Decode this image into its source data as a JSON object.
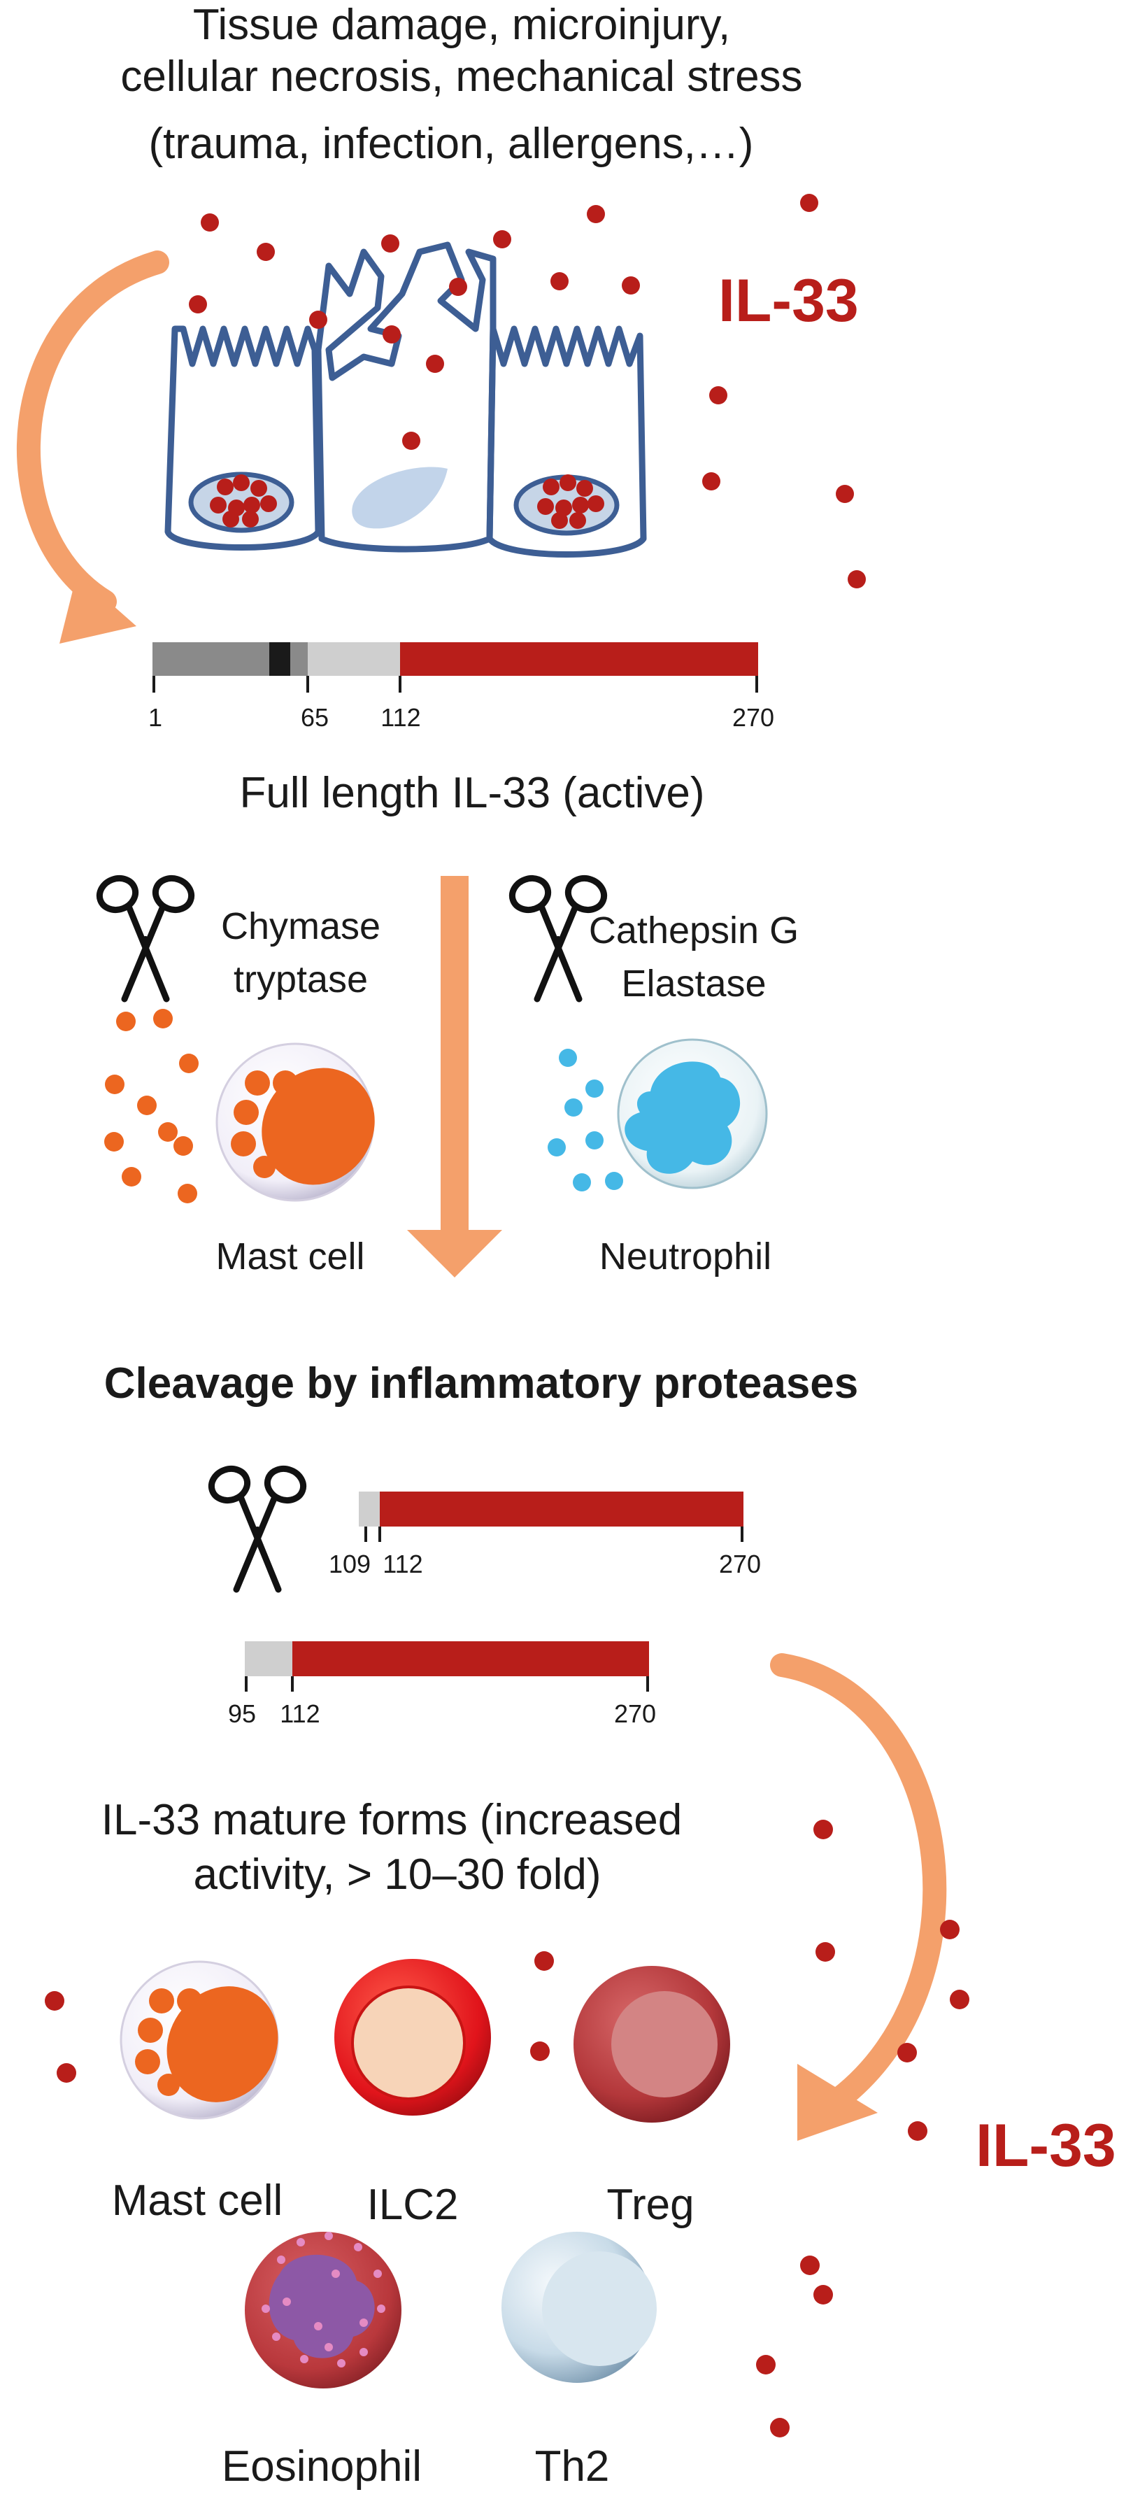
{
  "header": {
    "line1": "Tissue damage, microinjury,",
    "line2": "cellular necrosis, mechanical stress",
    "line3": "(trauma, infection, allergens,…)"
  },
  "il33_label_top": "IL-33",
  "il33_label_bottom": "IL-33",
  "full_length": {
    "ticks": [
      "1",
      "65",
      "112",
      "270"
    ],
    "caption": "Full length IL-33 (active)"
  },
  "proteases": {
    "mast": {
      "line1": "Chymase",
      "line2": "tryptase",
      "cell": "Mast cell"
    },
    "neutrophil": {
      "line1": "Cathepsin G",
      "line2": "Elastase",
      "cell": "Neutrophil"
    }
  },
  "cleavage_heading": "Cleavage by inflammatory proteases",
  "form_a_ticks": [
    "109",
    "112",
    "270"
  ],
  "form_b_ticks": [
    "95",
    "112",
    "270"
  ],
  "mature": {
    "line1": "IL-33 mature forms (increased",
    "line2": "activity, > 10–30 fold)"
  },
  "target_cells": [
    "Mast cell",
    "ILC2",
    "Treg",
    "Eosinophil",
    "Th2"
  ],
  "colors": {
    "il33_red": "#b81e1a",
    "arrow_orange": "#f4a06b",
    "epithelium_blue": "#3d5e94",
    "mast_orange": "#ec6620",
    "neutrophil_blue": "#45b8e6"
  }
}
